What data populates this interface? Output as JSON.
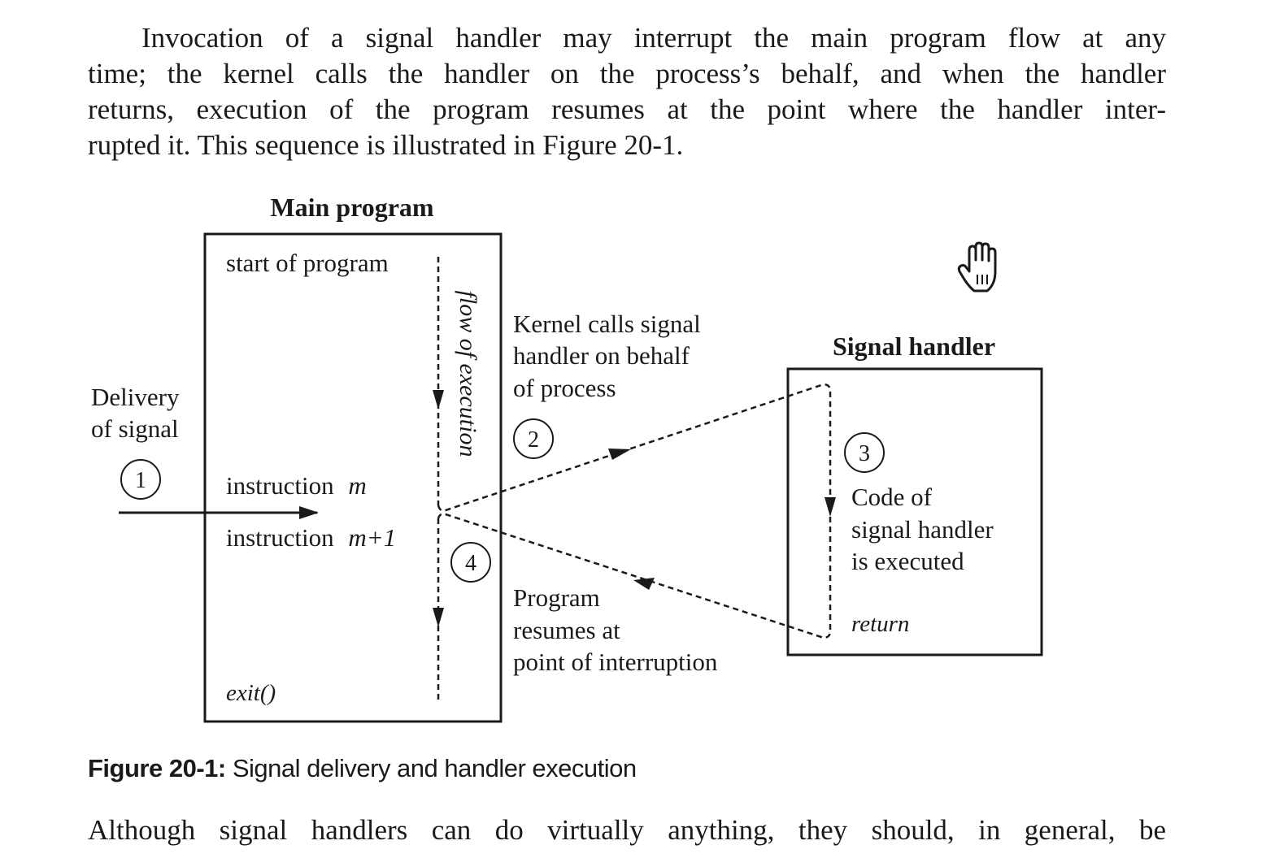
{
  "paragraph_top": {
    "lines": [
      "Invocation of a signal handler may interrupt the main program flow at any",
      "time; the kernel calls the handler on the process’s behalf, and when the handler",
      "returns, execution of the program resumes at the point where the handler inter-",
      "rupted it. This sequence is illustrated in Figure 20-1."
    ]
  },
  "diagram": {
    "main_program_title": "Main program",
    "start_of_program": "start of program",
    "instruction_m_prefix": "instruction",
    "instruction_m_var": "m",
    "instruction_m1_prefix": "instruction",
    "instruction_m1_var": "m+1",
    "exit_call": "exit()",
    "flow_of_execution": "flow of execution",
    "delivery_line1": "Delivery",
    "delivery_line2": "of signal",
    "step1": "1",
    "kernel_line1": "Kernel calls signal",
    "kernel_line2": "handler on behalf",
    "kernel_line3": "of process",
    "step2": "2",
    "signal_handler_title": "Signal handler",
    "step3": "3",
    "code_line1": "Code of",
    "code_line2": "signal handler",
    "code_line3": "is executed",
    "return_keyword": "return",
    "step4": "4",
    "resume_line1": "Program",
    "resume_line2": "resumes at",
    "resume_line3": "point of interruption",
    "cursor_icon": "hand-cursor-icon"
  },
  "caption": {
    "figure_number": "Figure 20-1:",
    "text": " Signal delivery and handler execution"
  },
  "paragraph_bottom": {
    "lines": [
      "Although signal handlers can do virtually anything, they should, in general, be"
    ]
  }
}
